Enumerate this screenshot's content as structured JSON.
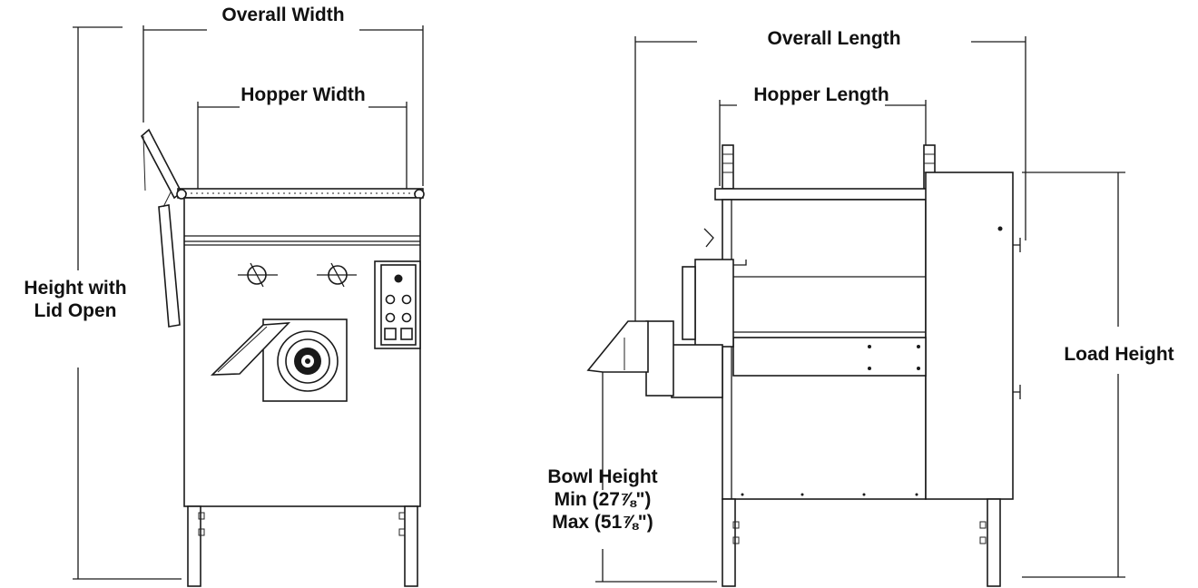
{
  "front_view": {
    "overall_width": "Overall Width",
    "hopper_width": "Hopper Width",
    "height_lid_open_line1": "Height with",
    "height_lid_open_line2": "Lid Open"
  },
  "side_view": {
    "overall_length": "Overall Length",
    "hopper_length": "Hopper Length",
    "load_height": "Load Height",
    "bowl_height_line1": "Bowl Height",
    "bowl_height_min": "Min (27⅞\")",
    "bowl_height_max": "Max (51⅞\")"
  }
}
